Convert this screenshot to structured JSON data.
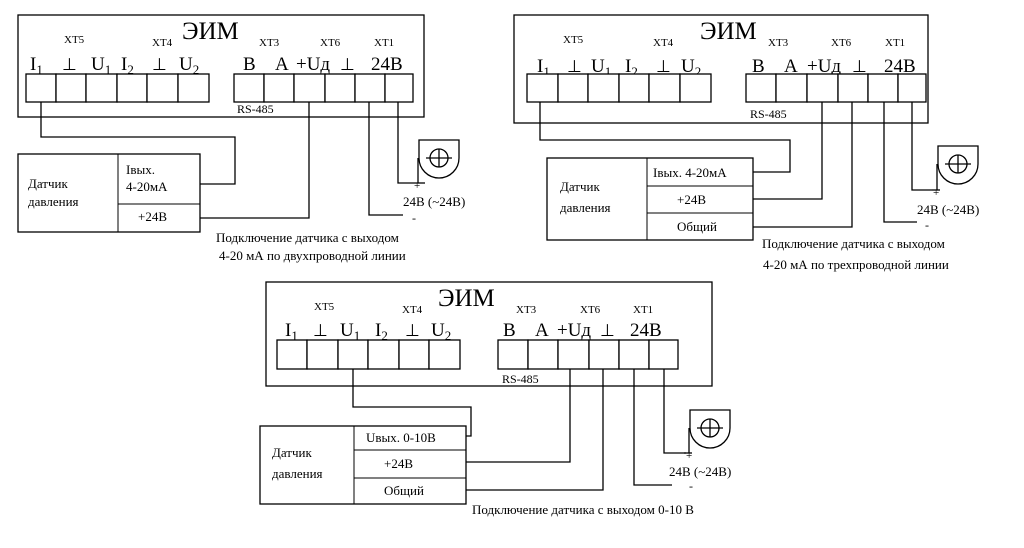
{
  "device": {
    "title": "ЭИМ",
    "connectors": {
      "xt5": "XT5",
      "xt4": "XT4",
      "xt3": "XT3",
      "xt6": "XT6",
      "xt1": "XT1"
    },
    "terminals": {
      "i1": "I",
      "i1_sub": "1",
      "ground": "⊥",
      "u1": "U",
      "u1_sub": "1",
      "i2": "I",
      "i2_sub": "2",
      "u2": "U",
      "u2_sub": "2",
      "b": "B",
      "a": "A",
      "ud": "+Uд",
      "v24": "24В"
    },
    "bus_label": "RS-485"
  },
  "sensor_label_line1": "Датчик",
  "sensor_label_line2": "давления",
  "supply": {
    "plus": "+",
    "minus": "-",
    "label": "24В (~24В)"
  },
  "diagrams": [
    {
      "sensor_rows": [
        "Iвых.",
        "4-20мА",
        "+24В"
      ],
      "caption_line1": "Подключение датчика с выходом",
      "caption_line2": "4-20 мА по двухпроводной линии"
    },
    {
      "sensor_rows": [
        "Iвых. 4-20мА",
        "+24В",
        "Общий"
      ],
      "caption_line1": "Подключение датчика с выходом",
      "caption_line2": "4-20 мА по трехпроводной линии"
    },
    {
      "sensor_rows": [
        "Uвых. 0-10В",
        "+24В",
        "Общий"
      ],
      "caption_line1": "Подключение датчика с выходом 0-10 В"
    }
  ]
}
